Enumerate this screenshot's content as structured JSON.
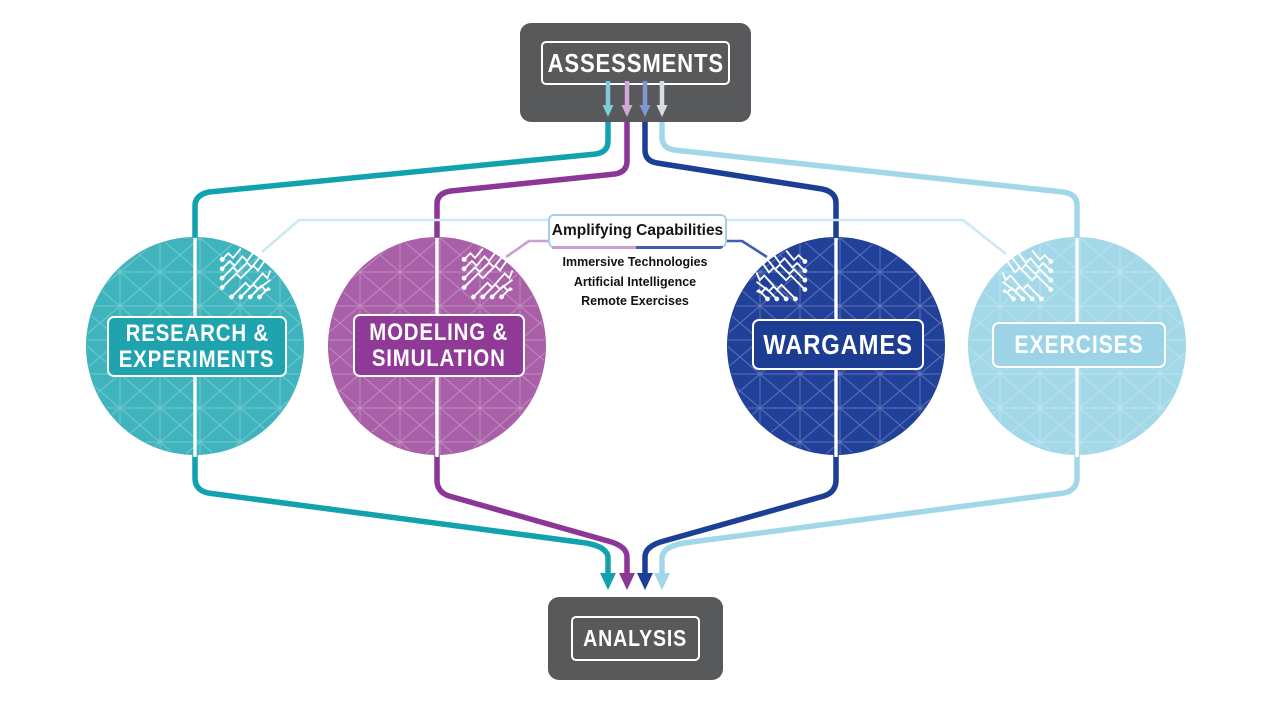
{
  "assessments": {
    "label": "ASSESSMENTS",
    "arrow_colors": [
      "#7ECBD9",
      "#D2A8D8",
      "#7F97D2",
      "#D8DEE4"
    ]
  },
  "analysis": {
    "label": "ANALYSIS"
  },
  "pillars": [
    {
      "name": "research-experiments",
      "label_line1": "RESEARCH &",
      "label_line2": "EXPERIMENTS",
      "circle_color": "#3FB4BD",
      "label_bg": "#1FA3AF",
      "line_color": "#12A1AF"
    },
    {
      "name": "modeling-simulation",
      "label_line1": "MODELING &",
      "label_line2": "SIMULATION",
      "circle_color": "#A960A8",
      "label_bg": "#8E3A96",
      "line_color": "#8C3697"
    },
    {
      "name": "wargames",
      "label_line1": "WARGAMES",
      "circle_color": "#21409A",
      "label_bg": "#1D3C94",
      "line_color": "#1C3F96"
    },
    {
      "name": "exercises",
      "label_line1": "EXERCISES",
      "circle_color": "#A3D8E8",
      "label_bg": "#9DD3E6",
      "line_color": "#A2D7EA"
    }
  ],
  "amplifying": {
    "title": "Amplifying Capabilities",
    "items": [
      "Immersive Technologies",
      "Artificial Intelligence",
      "Remote Exercises"
    ],
    "border_color": "#A9CFE8",
    "link_light": "#CDE9F4",
    "link_pink": "#C9A0D1",
    "link_blue": "#3C60AC"
  },
  "box_color": "#58595B"
}
